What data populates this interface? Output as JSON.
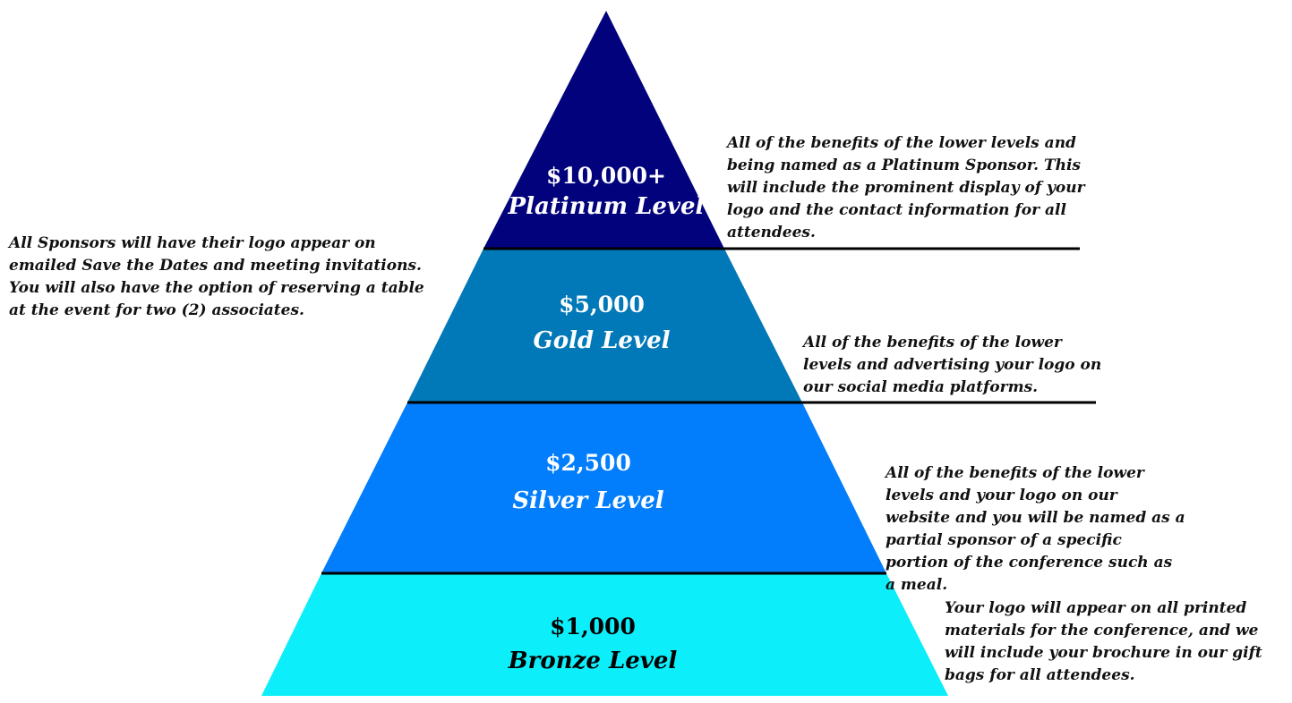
{
  "intro_note": "All Sponsors will have their logo appear on emailed Save the Dates and meeting invitations. You will also have the option of reserving a table at the event for two (2) associates.",
  "tiers": [
    {
      "price": "$10,000+",
      "level": "Platinum Level",
      "color": "#02027d",
      "text_color": "#ffffff",
      "description": "All of the benefits of the lower levels and being named as a Platinum Sponsor. This will include the prominent display of your logo and the contact information for all attendees."
    },
    {
      "price": "$5,000",
      "level": "Gold Level",
      "color": "#0178b8",
      "text_color": "#ffffff",
      "description": "All of the benefits of the lower levels and advertising your logo on our social media platforms."
    },
    {
      "price": "$2,500",
      "level": "Silver Level",
      "color": "#027dfb",
      "text_color": "#ffffff",
      "description": "All of the benefits of the lower levels and your logo on our website and you will be named as a partial sponsor of a specific portion of the conference such as a meal."
    },
    {
      "price": "$1,000",
      "level": "Bronze Level",
      "color": "#0ceefa",
      "text_color": "#000000",
      "description": "Your logo will appear on all printed materials for the conference, and we will include your brochure in our gift bags for all attendees."
    }
  ]
}
